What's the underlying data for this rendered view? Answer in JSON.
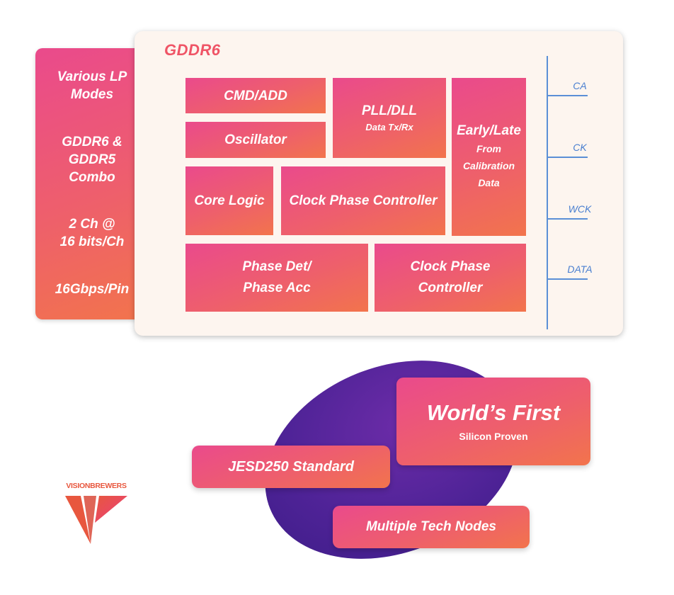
{
  "side_panel": {
    "features": [
      "Various LP\nModes",
      "GDDR6 &\nGDDR5\nCombo",
      "2 Ch @\n16 bits/Ch",
      "16Gbps/Pin"
    ]
  },
  "chip": {
    "title": "GDDR6",
    "blocks": {
      "cmd_add": "CMD/ADD",
      "oscillator": "Oscillator",
      "pll_title": "PLL/DLL",
      "pll_sub": "Data Tx/Rx",
      "early_title": "Early/Late",
      "early_lines": [
        "From",
        "Calibration",
        "Data"
      ],
      "core_logic": "Core Logic",
      "clock_phase_controller": "Clock Phase Controller",
      "phase_det_1": "Phase Det/",
      "phase_det_2": "Phase Acc",
      "clock_phase_ctrl_1": "Clock Phase",
      "clock_phase_ctrl_2": "Controller"
    },
    "signals": [
      "CA",
      "CK",
      "WCK",
      "DATA"
    ]
  },
  "highlights": {
    "worlds_first": "World’s First",
    "silicon_proven": "Silicon Proven",
    "jesd": "JESD250 Standard",
    "tech_nodes": "Multiple Tech Nodes"
  },
  "logo": {
    "text": "VISIONBREWERS",
    "colors": [
      "#e8573e",
      "#ea3f7d"
    ]
  },
  "colors": {
    "accent_pink": "#ea4a8c",
    "accent_orange": "#f2744c",
    "panel_bg": "#fdf5ef",
    "signal_blue": "#5b8fd6",
    "blob_purple": "#4f2397"
  }
}
